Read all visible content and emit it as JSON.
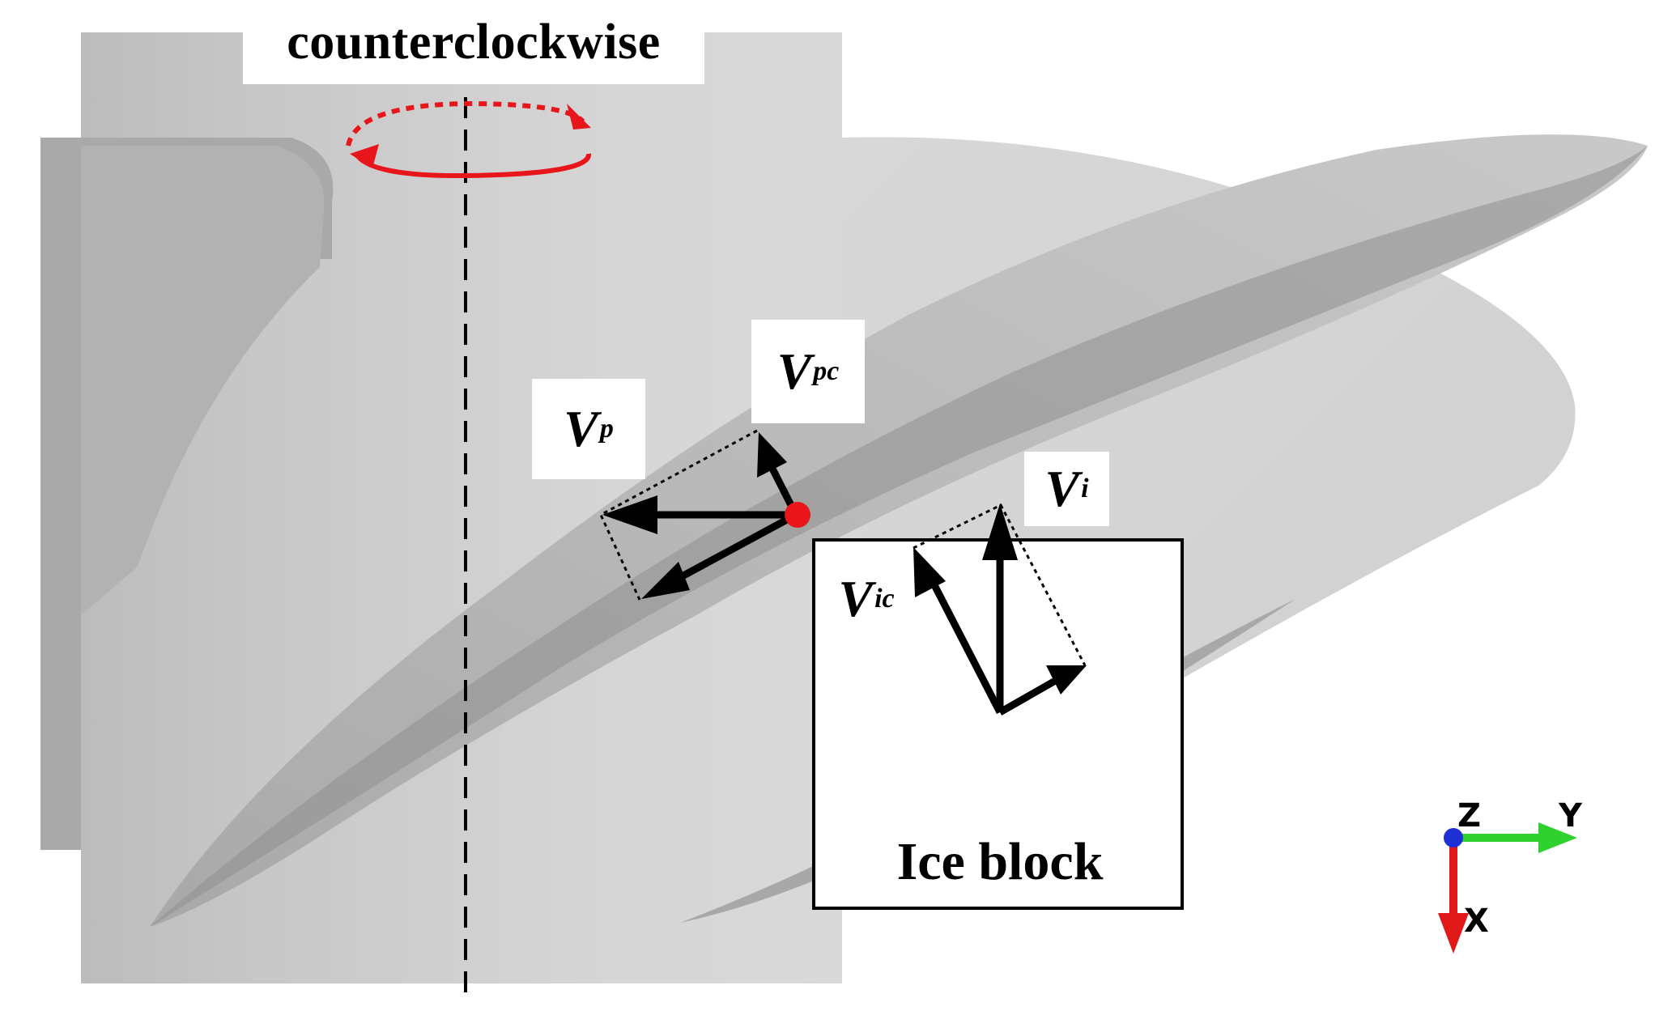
{
  "title": "counterclockwise",
  "labels": {
    "vp": {
      "main": "V",
      "sub": "p"
    },
    "vpc": {
      "main": "V",
      "sub": "pc"
    },
    "vi": {
      "main": "V",
      "sub": "i"
    },
    "vic": {
      "main": "V",
      "sub": "ic"
    }
  },
  "ice_block_label": "Ice block",
  "axes": {
    "z": "Z",
    "y": "Y",
    "x": "X"
  },
  "colors": {
    "rotation_arrow": "#e8161b",
    "contact_point": "#e8161b",
    "axis_z": "#1f2fd6",
    "axis_y": "#2fd12f",
    "axis_x": "#e01818",
    "vectors": "#000000",
    "hub_fill": "#d3d3d3",
    "blade_fill": "#c9c9c9"
  }
}
